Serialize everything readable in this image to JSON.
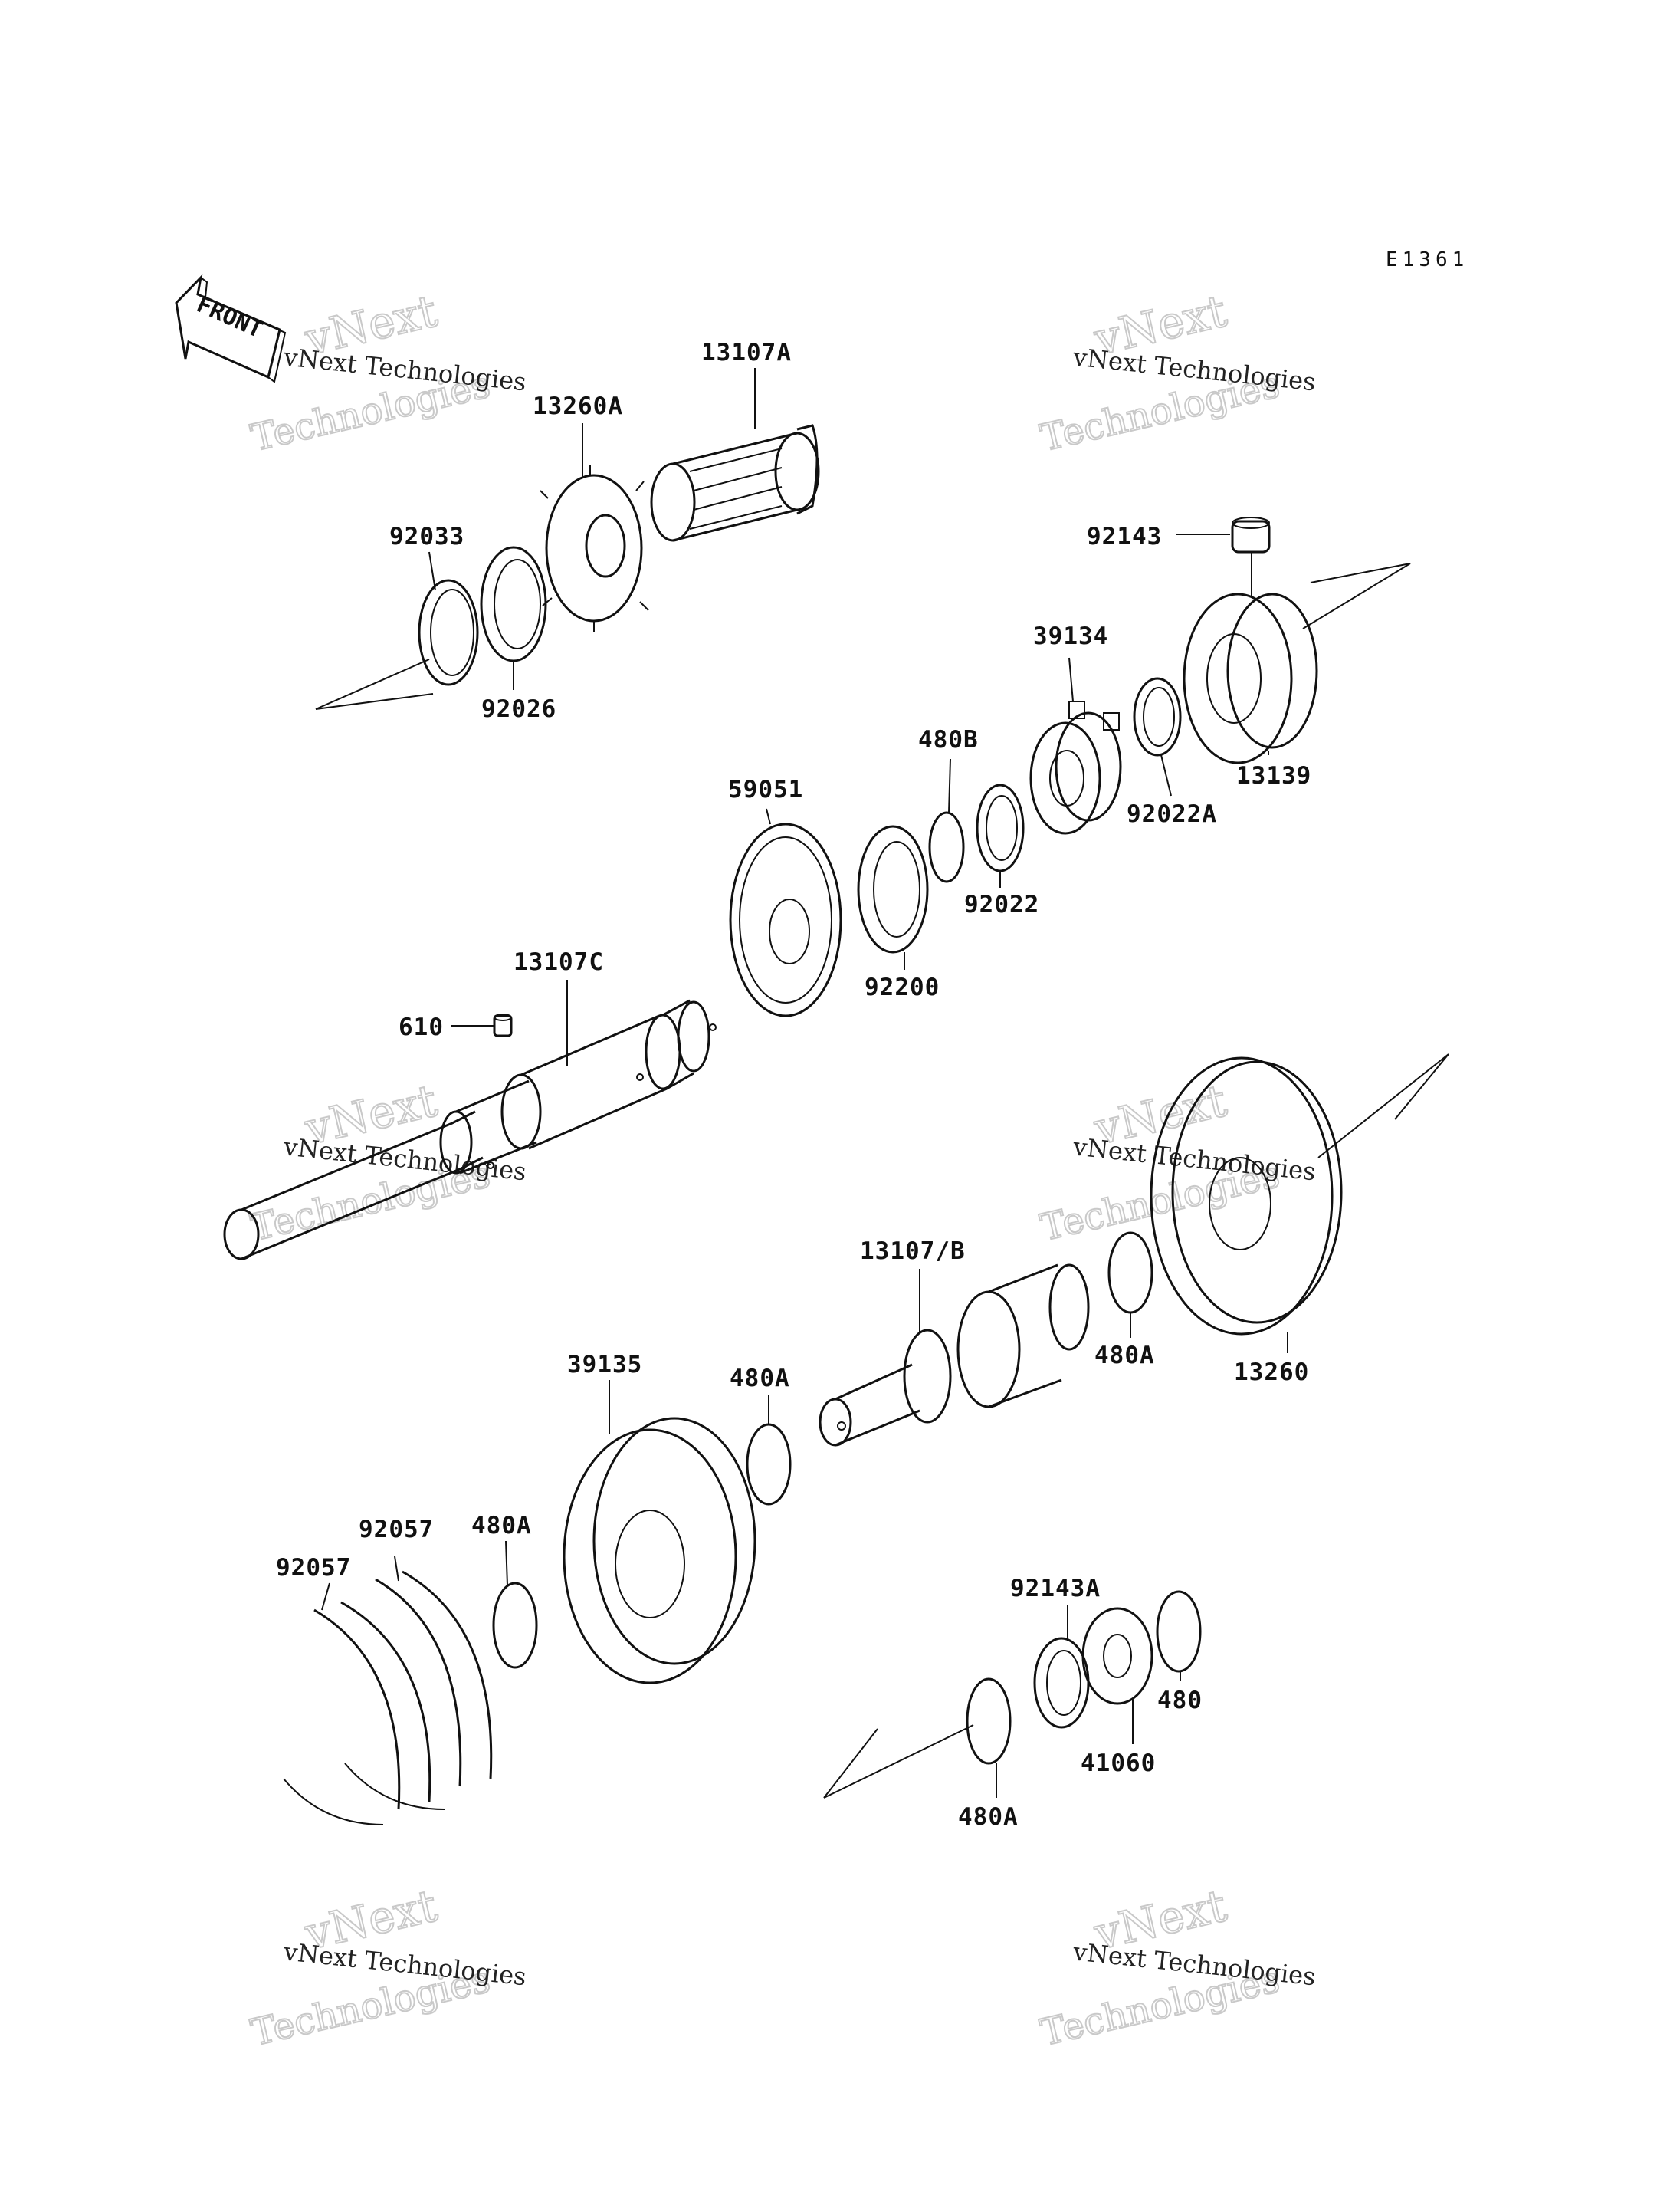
{
  "diagram": {
    "code": "E1361",
    "front_label": "FRONT",
    "watermark": {
      "line1": "vNext Technologies",
      "line2": "vNext",
      "line3": "Technologies"
    },
    "labels": {
      "p13107A": "13107A",
      "p13260A": "13260A",
      "p92033": "92033",
      "p92026": "92026",
      "p92143": "92143",
      "p39134": "39134",
      "p13139": "13139",
      "p92022A": "92022A",
      "p480B": "480B",
      "p92022": "92022",
      "p59051": "59051",
      "p92200": "92200",
      "p13107C": "13107C",
      "p610": "610",
      "p13107B": "13107/B",
      "p480A_1": "480A",
      "p13260": "13260",
      "p39135": "39135",
      "p480A_2": "480A",
      "p92057_1": "92057",
      "p92057_2": "92057",
      "p480A_3": "480A",
      "p92143A": "92143A",
      "p41060": "41060",
      "p480": "480",
      "p480A_4": "480A"
    }
  }
}
